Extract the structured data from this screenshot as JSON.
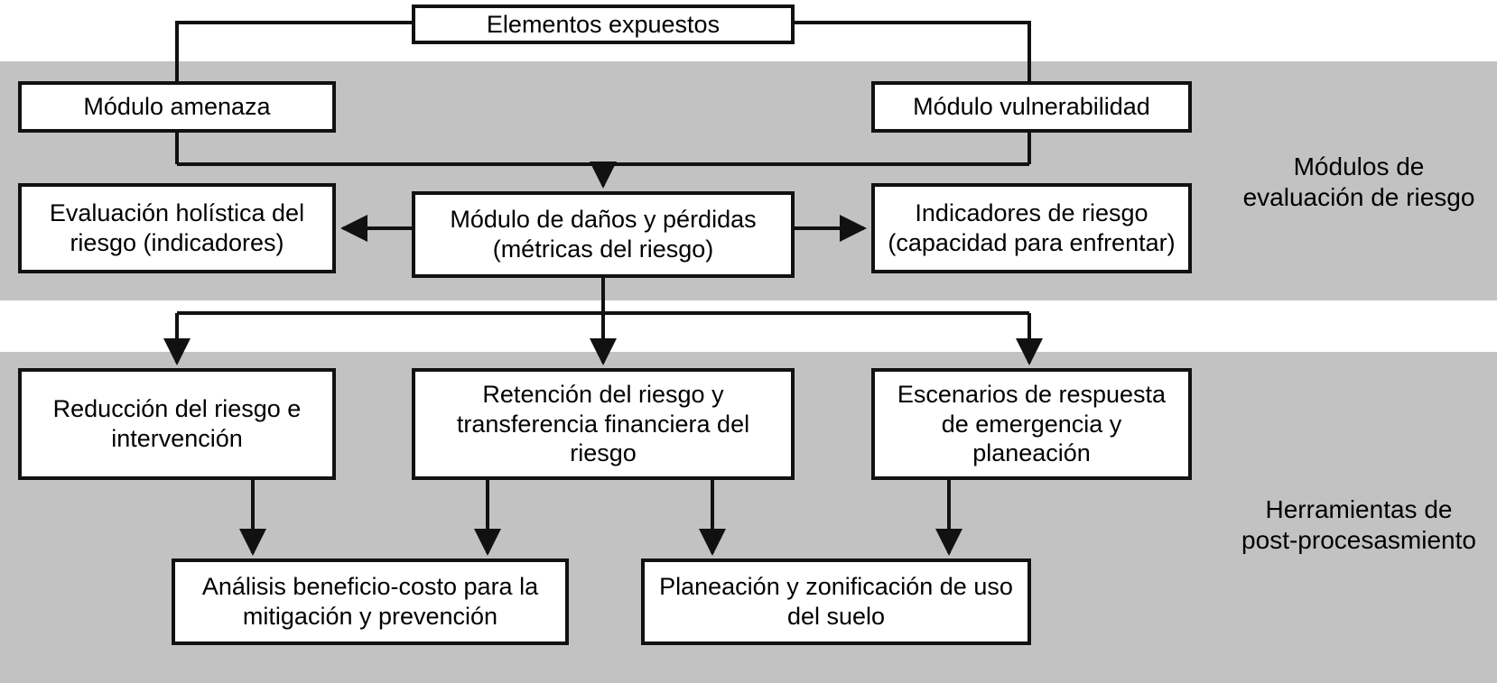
{
  "diagram": {
    "colors": {
      "background": "#ffffff",
      "band": "#c2c2c2",
      "box_fill": "#ffffff",
      "line": "#111111"
    },
    "boxes": {
      "elementos": "Elementos expuestos",
      "amenaza": "Módulo amenaza",
      "vulnerabilidad": "Módulo vulnerabilidad",
      "evaluacion": "Evaluación holística del riesgo (indicadores)",
      "danos": "Módulo de daños y pérdidas (métricas del riesgo)",
      "indicadores": "Indicadores de riesgo (capacidad para enfrentar)",
      "reduccion": "Reducción del riesgo e intervención",
      "retencion": "Retención del riesgo y transferencia financiera del riesgo",
      "escenarios": "Escenarios de respuesta de emergencia y planeación",
      "analisis": "Análisis beneficio-costo para la mitigación y prevención",
      "planeacion": "Planeación y zonificación de uso del suelo"
    },
    "band_labels": {
      "evaluation": "Módulos de\nevaluación de riesgo",
      "postprocessing": "Herramientas de\npost-procesasmiento"
    }
  }
}
